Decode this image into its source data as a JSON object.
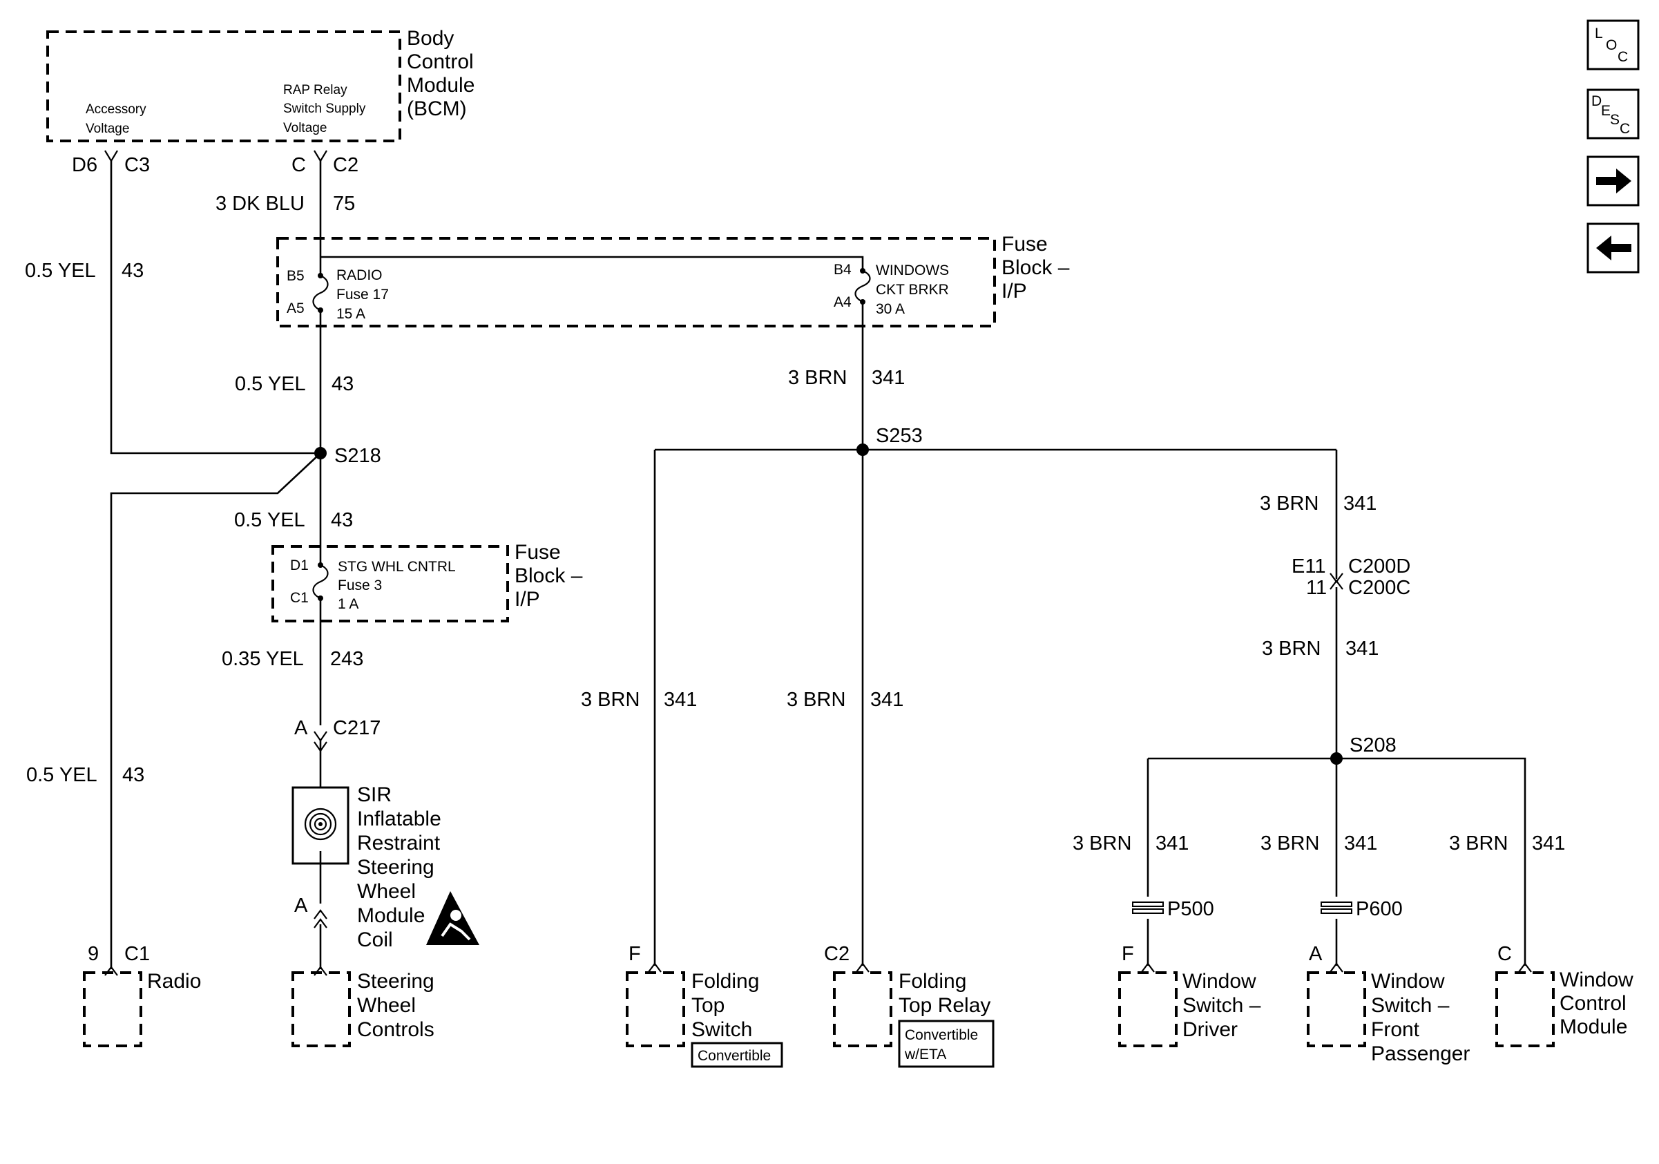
{
  "nav": {
    "loc": {
      "a": "L",
      "b": "O",
      "c": "C"
    },
    "desc": {
      "a": "D",
      "b": "E",
      "c": "S",
      "d": "C"
    }
  },
  "bcm": {
    "title": [
      "Body",
      "Control",
      "Module",
      "(BCM)"
    ],
    "pin1": [
      "Accessory",
      "Voltage"
    ],
    "pin2": [
      "RAP Relay",
      "Switch Supply",
      "Voltage"
    ],
    "conn1": {
      "pin": "D6",
      "conn": "C3"
    },
    "conn2": {
      "pin": "C",
      "conn": "C2"
    }
  },
  "wires": {
    "dkblu": {
      "gauge": "3 DK BLU",
      "circuit": "75"
    },
    "yel_left": {
      "gauge": "0.5 YEL",
      "circuit": "43"
    },
    "yel_a5": {
      "gauge": "0.5 YEL",
      "circuit": "43"
    },
    "brn_b4": {
      "gauge": "3 BRN",
      "circuit": "341"
    },
    "yel_s218": {
      "gauge": "0.5 YEL",
      "circuit": "43"
    },
    "yel_243": {
      "gauge": "0.35 YEL",
      "circuit": "243"
    },
    "yel_radio": {
      "gauge": "0.5 YEL",
      "circuit": "43"
    },
    "brn_right_top": {
      "gauge": "3 BRN",
      "circuit": "341"
    },
    "brn_right_mid": {
      "gauge": "3 BRN",
      "circuit": "341"
    },
    "brn_folding_switch": {
      "gauge": "3 BRN",
      "circuit": "341"
    },
    "brn_folding_relay": {
      "gauge": "3 BRN",
      "circuit": "341"
    },
    "brn_driver": {
      "gauge": "3 BRN",
      "circuit": "341"
    },
    "brn_passenger": {
      "gauge": "3 BRN",
      "circuit": "341"
    },
    "brn_wcm": {
      "gauge": "3 BRN",
      "circuit": "341"
    }
  },
  "fuse_block_1": {
    "label": [
      "Fuse",
      "Block –",
      "I/P"
    ],
    "radio_fuse": {
      "top_pin": "B5",
      "bot_pin": "A5",
      "lines": [
        "RADIO",
        "Fuse 17",
        "15 A"
      ]
    },
    "windows_brkr": {
      "top_pin": "B4",
      "bot_pin": "A4",
      "lines": [
        "WINDOWS",
        "CKT BRKR",
        "30 A"
      ]
    }
  },
  "fuse_block_2": {
    "label": [
      "Fuse",
      "Block –",
      "I/P"
    ],
    "fuse": {
      "top_pin": "D1",
      "bot_pin": "C1",
      "lines": [
        "STG WHL CNTRL",
        "Fuse 3",
        "1 A"
      ]
    }
  },
  "splices": {
    "s218": "S218",
    "s253": "S253",
    "s208": "S208"
  },
  "connectors": {
    "c217": {
      "pin": "A",
      "conn": "C217"
    },
    "sir_pin": "A",
    "c200d": {
      "pin": "E11",
      "conn": "C200D"
    },
    "c200c": {
      "pin": "11",
      "conn": "C200C"
    },
    "p500": "P500",
    "p600": "P600"
  },
  "sir": {
    "label": [
      "SIR",
      "Inflatable",
      "Restraint",
      "Steering",
      "Wheel",
      "Module",
      "Coil"
    ]
  },
  "components": {
    "radio": {
      "pin": "9",
      "conn": "C1",
      "label": [
        "Radio"
      ]
    },
    "steering_controls": {
      "label": [
        "Steering",
        "Wheel",
        "Controls"
      ]
    },
    "folding_switch": {
      "pin": "F",
      "label": [
        "Folding",
        "Top",
        "Switch"
      ],
      "badge": [
        "Convertible"
      ]
    },
    "folding_relay": {
      "pin": "C2",
      "label": [
        "Folding",
        "Top Relay"
      ],
      "badge": [
        "Convertible",
        "w/ETA"
      ]
    },
    "window_driver": {
      "pin": "F",
      "label": [
        "Window",
        "Switch –",
        "Driver"
      ]
    },
    "window_passenger": {
      "pin": "A",
      "label": [
        "Window",
        "Switch –",
        "Front",
        "Passenger"
      ]
    },
    "window_module": {
      "pin": "C",
      "label": [
        "Window",
        "Control",
        "Module"
      ]
    }
  }
}
